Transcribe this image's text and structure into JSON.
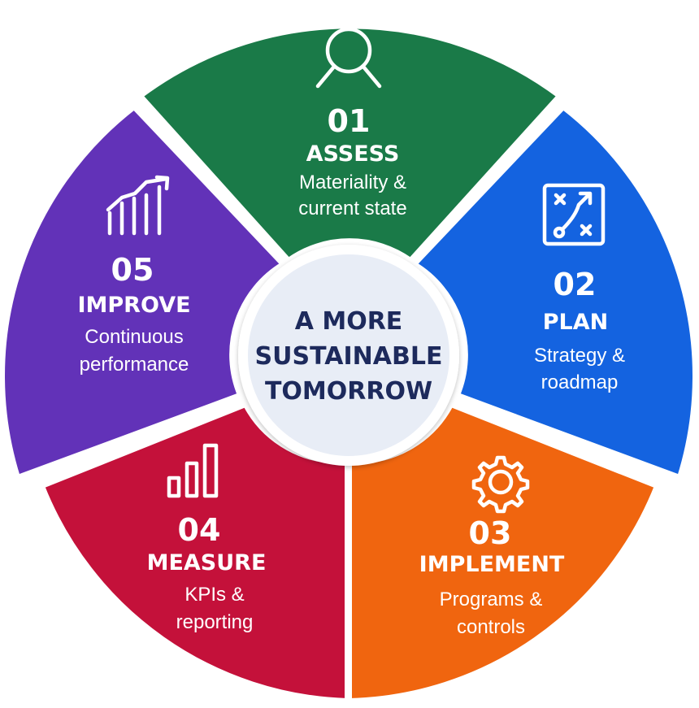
{
  "center": {
    "lines": [
      "A MORE",
      "SUSTAINABLE",
      "TOMORROW"
    ]
  },
  "segments": [
    {
      "number": "01",
      "title": "ASSESS",
      "desc": [
        "Materiality &",
        "current state"
      ],
      "color": "#1a7a48",
      "icon": "magnifier-icon"
    },
    {
      "number": "02",
      "title": "PLAN",
      "desc": [
        "Strategy &",
        "roadmap"
      ],
      "color": "#1463e0",
      "icon": "strategy-board-icon"
    },
    {
      "number": "03",
      "title": "IMPLEMENT",
      "desc": [
        "Programs &",
        "controls"
      ],
      "color": "#f0650f",
      "icon": "gear-icon"
    },
    {
      "number": "04",
      "title": "MEASURE",
      "desc": [
        "KPIs &",
        "reporting"
      ],
      "color": "#c4113a",
      "icon": "bar-chart-icon"
    },
    {
      "number": "05",
      "title": "IMPROVE",
      "desc": [
        "Continuous",
        "performance"
      ],
      "color": "#6232b8",
      "icon": "trend-chart-icon"
    }
  ],
  "colors": {
    "center_fill": "#e8edf6",
    "center_text": "#1d2a5c",
    "divider": "#ffffff"
  }
}
